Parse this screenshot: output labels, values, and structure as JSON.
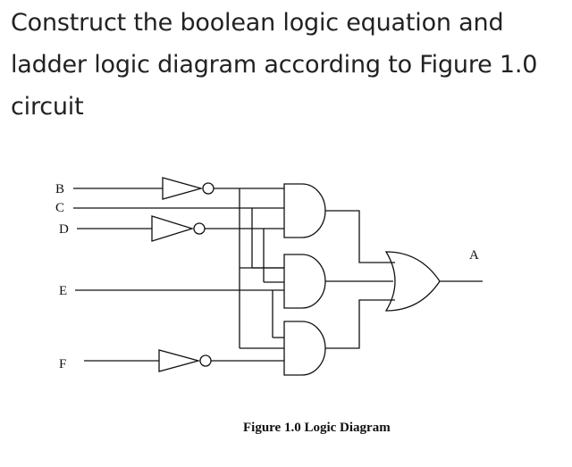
{
  "question": {
    "lines": [
      "Construct the boolean logic equation and",
      "ladder logic diagram according to Figure 1.0",
      "circuit"
    ]
  },
  "diagram": {
    "inputs": [
      "B",
      "C",
      "D",
      "E",
      "F"
    ],
    "output": "A",
    "caption": "Figure 1.0 Logic Diagram"
  }
}
